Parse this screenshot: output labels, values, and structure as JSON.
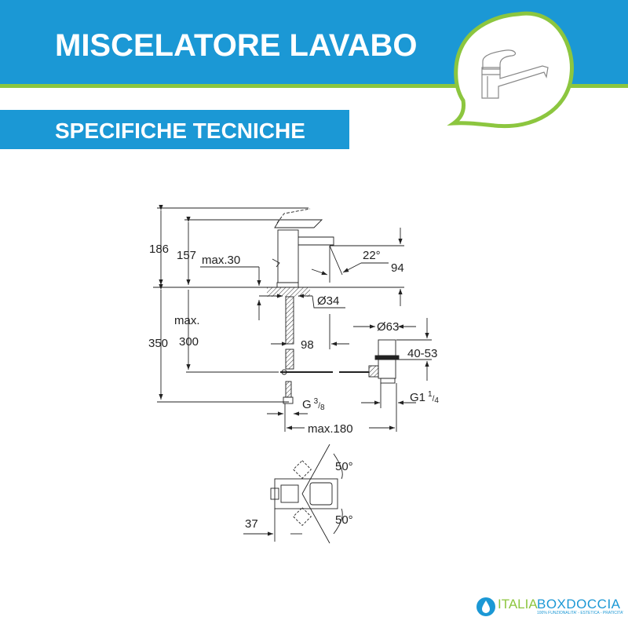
{
  "header": {
    "title": "MISCELATORE LAVABO",
    "subtitle": "SPECIFICHE TECNICHE"
  },
  "colors": {
    "brand_blue": "#1b98d5",
    "brand_green": "#8cc63f"
  },
  "icons": {
    "bubble": "faucet-icon"
  },
  "drawing": {
    "dims": {
      "d186": "186",
      "d157": "157",
      "max30": "max.30",
      "angle22": "22°",
      "d94": "94",
      "dia34": "Ø34",
      "max": "max.",
      "d300": "300",
      "d350": "350",
      "d98": "98",
      "dia63": "Ø63",
      "d4053": "40-53",
      "g114": "G1",
      "g114_frac_num": "1",
      "g114_frac_den": "4",
      "g38": "G",
      "g38_frac_num": "3",
      "g38_frac_den": "8",
      "max180": "max.180",
      "angle50a": "50°",
      "angle50b": "50°",
      "d37": "37"
    }
  },
  "logo": {
    "part1": "ITALIA",
    "part2": "BOXDOCCIA",
    "tagline": "100% FUNZIONALITA' - ESTETICA - PRATICITA'"
  }
}
